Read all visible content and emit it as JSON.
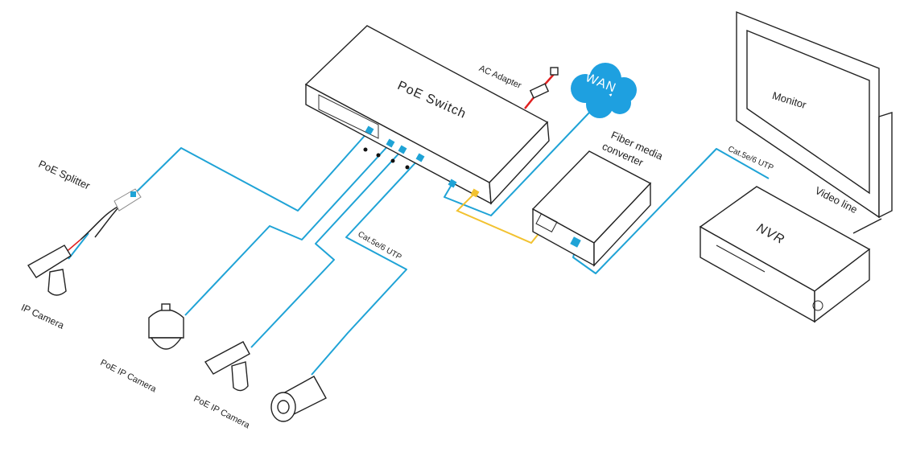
{
  "title": "PoE Switch network topology",
  "labels": {
    "poe_switch": "PoE  Switch",
    "ac_adapter": "AC Adapter",
    "wan": "WAN",
    "fiber_converter": "Fiber media converter",
    "fiber_line1": "Fiber media",
    "fiber_line2": "converter",
    "monitor": "Monitor",
    "nvr": "NVR",
    "video_line": "Video line",
    "utp_right": "Cat.5e/6 UTP",
    "utp_center": "Cat.5e/6 UTP",
    "poe_splitter": "PoE Splitter",
    "ip_camera": "IP Camera",
    "poe_ip_camera_1": "PoE IP Camera",
    "poe_ip_camera_2": "PoE IP Camera"
  },
  "colors": {
    "ethernet": "#1fa3d6",
    "fiber": "#f2c230",
    "power": "#e02020",
    "wan": "#1ea0e0"
  }
}
